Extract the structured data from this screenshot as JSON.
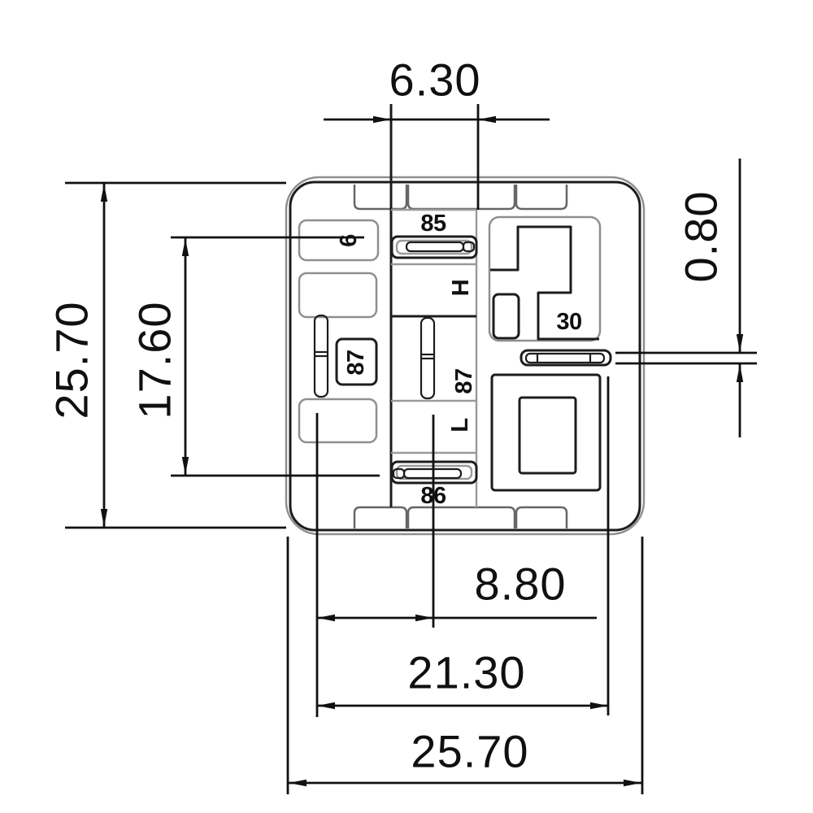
{
  "drawing": {
    "kind": "relay-socket-dimension-drawing",
    "dims": {
      "top_width": "6.30",
      "overall_height": "25.70",
      "pin_span_height": "17.60",
      "slot_thickness": "0.80",
      "pin_offset_width": "8.80",
      "inner_width": "21.30",
      "overall_width": "25.70"
    },
    "labels": {
      "terminal_85": "85",
      "terminal_86": "86",
      "terminal_87_left": "87",
      "terminal_87_center": "87",
      "terminal_30": "30",
      "cavity_6": "6",
      "letter_h": "H",
      "letter_l": "L"
    },
    "colors": {
      "line": "#111111",
      "secondary_line": "#8f8f8f",
      "background": "#ffffff",
      "text": "#101010"
    }
  }
}
